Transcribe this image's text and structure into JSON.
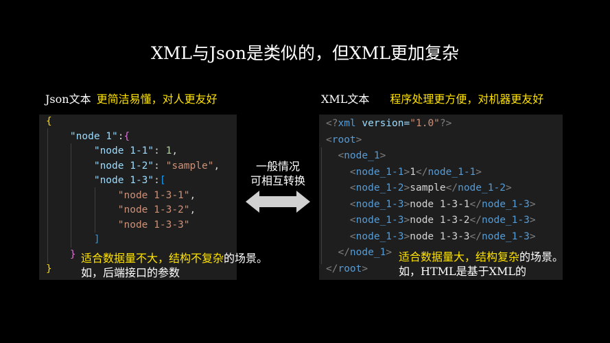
{
  "title": "XML与Json是类似的，但XML更加复杂",
  "json_label": {
    "name": "Json文本",
    "desc": "更简洁易懂，对人更友好"
  },
  "xml_label": {
    "name": "XML文本",
    "desc": "程序处理更方便，对机器更友好"
  },
  "middle": {
    "line1": "一般情况",
    "line2": "可相互转换",
    "icon": "double-arrow-icon"
  },
  "colors": {
    "brace": "#ffd700",
    "brace2": "#da70d6",
    "bracket": "#179fff",
    "key": "#9cdcfe",
    "number": "#b5cea8",
    "string": "#ce9178",
    "punct": "#d4d4d4",
    "xml_angle": "#808080",
    "xml_tag": "#569cd6",
    "highlight": "#ffe300"
  },
  "json_code": [
    [
      [
        "{",
        "brace"
      ]
    ],
    [
      [
        "    \"node 1\"",
        "key"
      ],
      [
        ":",
        "punct"
      ],
      [
        "{",
        "brace2"
      ]
    ],
    [
      [
        "        \"node 1-1\"",
        "key"
      ],
      [
        ": ",
        "punct"
      ],
      [
        "1",
        "number"
      ],
      [
        ",",
        "punct"
      ]
    ],
    [
      [
        "        \"node 1-2\"",
        "key"
      ],
      [
        ": ",
        "punct"
      ],
      [
        "\"sample\"",
        "string"
      ],
      [
        ",",
        "punct"
      ]
    ],
    [
      [
        "        \"node 1-3\"",
        "key"
      ],
      [
        ":",
        "punct"
      ],
      [
        "[",
        "bracket"
      ]
    ],
    [
      [
        "            \"node 1-3-1\"",
        "string"
      ],
      [
        ",",
        "punct"
      ]
    ],
    [
      [
        "            \"node 1-3-2\"",
        "string"
      ],
      [
        ",",
        "punct"
      ]
    ],
    [
      [
        "            \"node 1-3-3\"",
        "string"
      ]
    ],
    [
      [
        "        ]",
        "bracket"
      ]
    ],
    [
      [
        "    }",
        "brace2"
      ]
    ],
    [
      [
        "}",
        "brace"
      ]
    ]
  ],
  "xml_code": [
    [
      [
        "<?",
        "xml_angle"
      ],
      [
        "xml",
        "xml_tag"
      ],
      [
        " version=",
        "key"
      ],
      [
        "\"1.0\"",
        "string"
      ],
      [
        "?>",
        "xml_angle"
      ]
    ],
    [
      [
        "<",
        "xml_angle"
      ],
      [
        "root",
        "xml_tag"
      ],
      [
        ">",
        "xml_angle"
      ]
    ],
    [
      [
        "  <",
        "xml_angle"
      ],
      [
        "node_1",
        "xml_tag"
      ],
      [
        ">",
        "xml_angle"
      ]
    ],
    [
      [
        "    <",
        "xml_angle"
      ],
      [
        "node_1-1",
        "xml_tag"
      ],
      [
        ">",
        "xml_angle"
      ],
      [
        "1",
        "punct"
      ],
      [
        "</",
        "xml_angle"
      ],
      [
        "node_1-1",
        "xml_tag"
      ],
      [
        ">",
        "xml_angle"
      ]
    ],
    [
      [
        "    <",
        "xml_angle"
      ],
      [
        "node_1-2",
        "xml_tag"
      ],
      [
        ">",
        "xml_angle"
      ],
      [
        "sample",
        "punct"
      ],
      [
        "</",
        "xml_angle"
      ],
      [
        "node_1-2",
        "xml_tag"
      ],
      [
        ">",
        "xml_angle"
      ]
    ],
    [
      [
        "    <",
        "xml_angle"
      ],
      [
        "node_1-3",
        "xml_tag"
      ],
      [
        ">",
        "xml_angle"
      ],
      [
        "node 1-3-1",
        "punct"
      ],
      [
        "</",
        "xml_angle"
      ],
      [
        "node_1-3",
        "xml_tag"
      ],
      [
        ">",
        "xml_angle"
      ]
    ],
    [
      [
        "    <",
        "xml_angle"
      ],
      [
        "node_1-3",
        "xml_tag"
      ],
      [
        ">",
        "xml_angle"
      ],
      [
        "node 1-3-2",
        "punct"
      ],
      [
        "</",
        "xml_angle"
      ],
      [
        "node_1-3",
        "xml_tag"
      ],
      [
        ">",
        "xml_angle"
      ]
    ],
    [
      [
        "    <",
        "xml_angle"
      ],
      [
        "node_1-3",
        "xml_tag"
      ],
      [
        ">",
        "xml_angle"
      ],
      [
        "node 1-3-3",
        "punct"
      ],
      [
        "</",
        "xml_angle"
      ],
      [
        "node_1-3",
        "xml_tag"
      ],
      [
        ">",
        "xml_angle"
      ]
    ],
    [
      [
        "  </",
        "xml_angle"
      ],
      [
        "node_1",
        "xml_tag"
      ],
      [
        ">",
        "xml_angle"
      ]
    ],
    [
      [
        "</",
        "xml_angle"
      ],
      [
        "root",
        "xml_tag"
      ],
      [
        ">",
        "xml_angle"
      ]
    ]
  ],
  "json_note": {
    "highlight": "适合数据量不大，结构不复杂",
    "rest": "的场景。",
    "line2": "如，后端接口的参数"
  },
  "xml_note": {
    "highlight": "适合数据量大，结构复杂",
    "rest": "的场景。",
    "line2": "如，HTML是基于XML的"
  }
}
